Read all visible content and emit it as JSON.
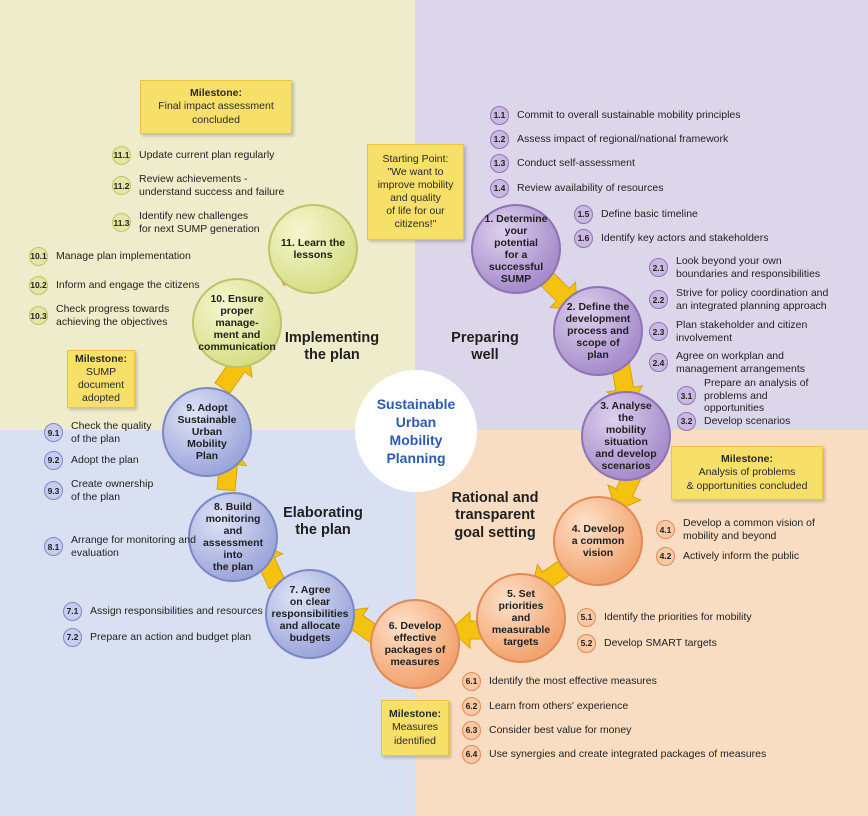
{
  "center": {
    "title": "Sustainable\nUrban\nMobility\nPlanning"
  },
  "phases": {
    "implementing": "Implementing\nthe plan",
    "preparing": "Preparing\nwell",
    "elaborating": "Elaborating\nthe plan",
    "goal_setting": "Rational and\ntransparent\ngoal setting"
  },
  "starting_point": "Starting Point:\n\"We want to\nimprove mobility\nand quality\nof life for our\ncitizens!\"",
  "milestones": {
    "final_impact": {
      "title": "Milestone:",
      "text": "Final impact assessment\nconcluded"
    },
    "sump_adopted": {
      "title": "Milestone:",
      "text": "SUMP\ndocument\nadopted"
    },
    "analysis": {
      "title": "Milestone:",
      "text": "Analysis of problems\n& opportunities concluded"
    },
    "measures": {
      "title": "Milestone:",
      "text": "Measures\nidentified"
    }
  },
  "steps": {
    "s1": "1. Determine\nyour potential\nfor a successful\nSUMP",
    "s2": "2. Define the\ndevelopment\nprocess and\nscope of\nplan",
    "s3": "3. Analyse the\nmobility situation\nand develop\nscenarios",
    "s4": "4. Develop\na common\nvision",
    "s5": "5. Set\npriorities and\nmeasurable\ntargets",
    "s6": "6. Develop\neffective\npackages of\nmeasures",
    "s7": "7. Agree\non clear\nresponsibilities\nand allocate\nbudgets",
    "s8": "8. Build\nmonitoring and\nassessment into\nthe plan",
    "s9": "9. Adopt\nSustainable\nUrban Mobility\nPlan",
    "s10": "10. Ensure\nproper manage-\nment and\ncommunication",
    "s11": "11. Learn the\nlessons"
  },
  "activities": {
    "a1_1": {
      "num": "1.1",
      "text": "Commit to overall sustainable mobility principles"
    },
    "a1_2": {
      "num": "1.2",
      "text": "Assess impact of regional/national framework"
    },
    "a1_3": {
      "num": "1.3",
      "text": "Conduct self-assessment"
    },
    "a1_4": {
      "num": "1.4",
      "text": "Review availability of resources"
    },
    "a1_5": {
      "num": "1.5",
      "text": "Define basic timeline"
    },
    "a1_6": {
      "num": "1.6",
      "text": "Identify key actors and stakeholders"
    },
    "a2_1": {
      "num": "2.1",
      "text": "Look beyond your own\nboundaries and responsibilities"
    },
    "a2_2": {
      "num": "2.2",
      "text": "Strive for policy coordination and\nan integrated planning approach"
    },
    "a2_3": {
      "num": "2.3",
      "text": "Plan stakeholder and citizen\ninvolvement"
    },
    "a2_4": {
      "num": "2.4",
      "text": "Agree on workplan and\nmanagement arrangements"
    },
    "a3_1": {
      "num": "3.1",
      "text": "Prepare an analysis of\nproblems and\nopportunities"
    },
    "a3_2": {
      "num": "3.2",
      "text": "Develop scenarios"
    },
    "a4_1": {
      "num": "4.1",
      "text": "Develop a common vision of\nmobility and beyond"
    },
    "a4_2": {
      "num": "4.2",
      "text": "Actively inform the public"
    },
    "a5_1": {
      "num": "5.1",
      "text": "Identify the priorities for mobility"
    },
    "a5_2": {
      "num": "5.2",
      "text": "Develop SMART targets"
    },
    "a6_1": {
      "num": "6.1",
      "text": "Identify the most effective measures"
    },
    "a6_2": {
      "num": "6.2",
      "text": "Learn from others' experience"
    },
    "a6_3": {
      "num": "6.3",
      "text": "Consider best value for money"
    },
    "a6_4": {
      "num": "6.4",
      "text": "Use synergies and create integrated packages of measures"
    },
    "a7_1": {
      "num": "7.1",
      "text": "Assign responsibilities and resources"
    },
    "a7_2": {
      "num": "7.2",
      "text": "Prepare an action and budget plan"
    },
    "a8_1": {
      "num": "8.1",
      "text": "Arrange for monitoring and\nevaluation"
    },
    "a9_1": {
      "num": "9.1",
      "text": "Check the quality\nof the plan"
    },
    "a9_2": {
      "num": "9.2",
      "text": "Adopt the plan"
    },
    "a9_3": {
      "num": "9.3",
      "text": "Create ownership\nof the plan"
    },
    "a10_1": {
      "num": "10.1",
      "text": "Manage plan implementation"
    },
    "a10_2": {
      "num": "10.2",
      "text": "Inform and engage the citizens"
    },
    "a10_3": {
      "num": "10.3",
      "text": "Check progress towards\nachieving the objectives"
    },
    "a11_1": {
      "num": "11.1",
      "text": "Update current plan regularly"
    },
    "a11_2": {
      "num": "11.2",
      "text": "Review achievements -\nunderstand success and failure"
    },
    "a11_3": {
      "num": "11.3",
      "text": "Identify new challenges\nfor next SUMP generation"
    }
  },
  "colors": {
    "arrow": "#f4c20f",
    "arrow_edge": "#d9a300",
    "center_text": "#2c5bb0"
  }
}
